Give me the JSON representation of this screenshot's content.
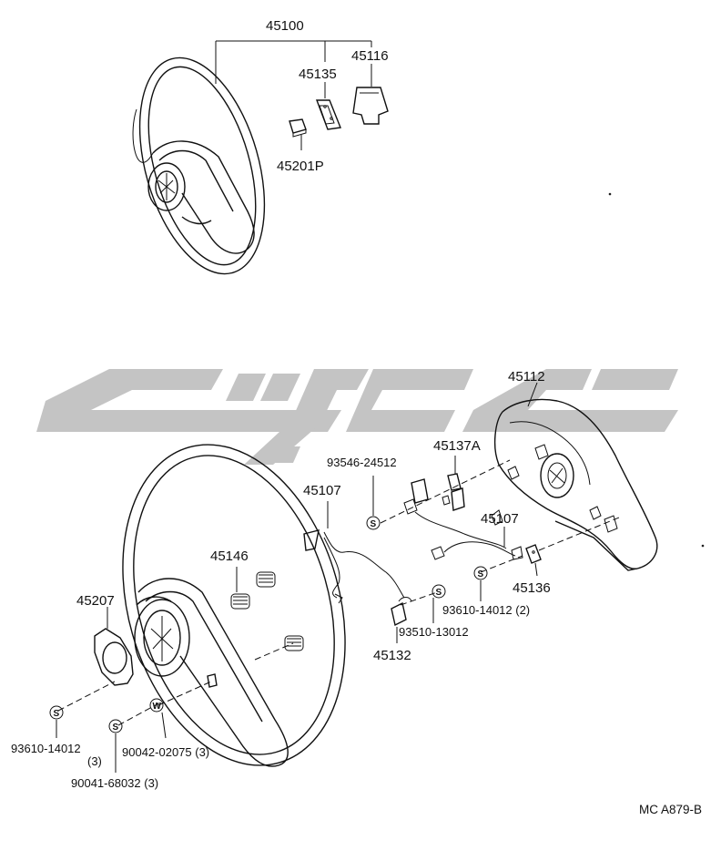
{
  "labels": {
    "wheel_assy": "45100",
    "emblem": "45135",
    "pad": "45116",
    "nut": "45201P",
    "cover": "45112",
    "lead_wire_upper": "45137A",
    "screw_upper": "93546-24512",
    "lead_wire_left": "45107",
    "lead_wire_right": "45107",
    "spring": "45146",
    "contact_plate": "45207",
    "bracket_right": "45136",
    "screw_right": "93610-14012 (2)",
    "screw_mid": "93510-13012",
    "bracket_lower": "45132",
    "screw_plate": "93610-14012",
    "screw_plate_qty": "(3)",
    "washer_bolt": "90042-02075 (3)",
    "screw_bottom": "90041-68032 (3)",
    "ref_code": "MC A879-B"
  },
  "symbols": {
    "screw": "S",
    "washer": "W"
  },
  "watermark": {
    "color": "#c4c4c4"
  }
}
